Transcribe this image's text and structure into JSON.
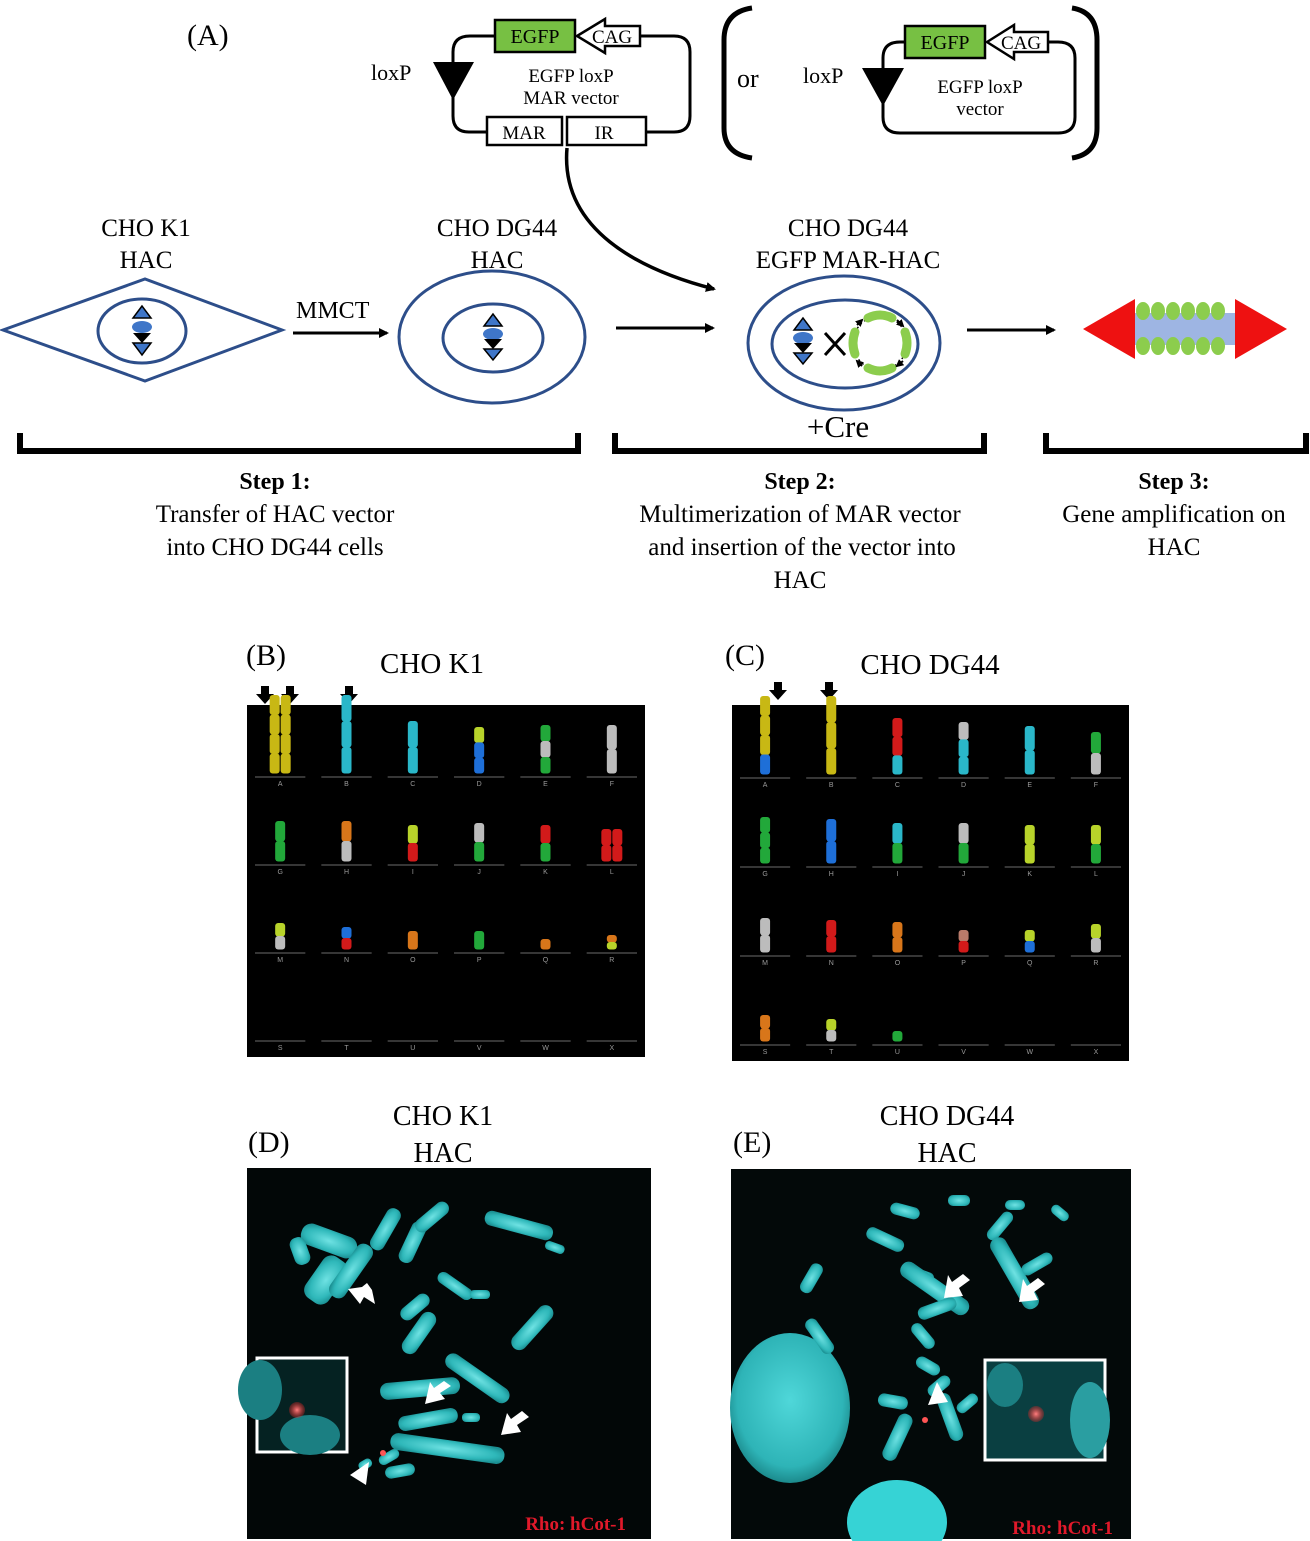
{
  "panel_a": {
    "label": "(A)",
    "vector_main": {
      "egfp": "EGFP",
      "cag": "CAG",
      "loxp": "loxP",
      "name_line1": "EGFP loxP",
      "name_line2": "MAR vector",
      "mar": "MAR",
      "ir": "IR"
    },
    "or_text": "or",
    "vector_alt": {
      "egfp": "EGFP",
      "cag": "CAG",
      "loxp": "loxP",
      "name_line1": "EGFP loxP",
      "name_line2": "vector"
    },
    "cell1_line1": "CHO K1",
    "cell1_line2": "HAC",
    "cell2_line1": "CHO DG44",
    "cell2_line2": "HAC",
    "cell3_line1": "CHO DG44",
    "cell3_line2": "EGFP MAR-HAC",
    "mmct": "MMCT",
    "cre": "+Cre",
    "step1_title": "Step 1:",
    "step1_line1": "Transfer of HAC vector",
    "step1_line2": "into CHO DG44 cells",
    "step2_title": "Step 2:",
    "step2_line1": "Multimerization of MAR vector",
    "step2_line2": "and insertion of the vector into",
    "step2_line3": "HAC",
    "step3_title": "Step 3:",
    "step3_line1": "Gene amplification on",
    "step3_line2": "HAC"
  },
  "panel_b": {
    "label": "(B)",
    "title": "CHO K1",
    "rows": [
      [
        "A",
        "B",
        "C",
        "D",
        "E",
        "F"
      ],
      [
        "G",
        "H",
        "I",
        "J",
        "K",
        "L"
      ],
      [
        "M",
        "N",
        "O",
        "P",
        "Q",
        "R"
      ],
      [
        "S",
        "T",
        "U",
        "V",
        "W",
        "X"
      ]
    ]
  },
  "panel_c": {
    "label": "(C)",
    "title": "CHO DG44",
    "rows": [
      [
        "A",
        "B",
        "C",
        "D",
        "E",
        "F"
      ],
      [
        "G",
        "H",
        "I",
        "J",
        "K",
        "L"
      ],
      [
        "M",
        "N",
        "O",
        "P",
        "Q",
        "R"
      ],
      [
        "S",
        "T",
        "U",
        "V",
        "W",
        "X"
      ]
    ]
  },
  "panel_d": {
    "label": "(D)",
    "title_line1": "CHO K1",
    "title_line2": "HAC",
    "stain": "Rho: hCot-1"
  },
  "panel_e": {
    "label": "(E)",
    "title_line1": "CHO DG44",
    "title_line2": "HAC",
    "stain": "Rho: hCot-1"
  },
  "colors": {
    "egfp_green": "#77c043",
    "cell_blue": "#2d4e8a",
    "hac_blue": "#3f76c8",
    "amp_red": "#ee1111",
    "amp_green": "#8ccd4d",
    "amp_core": "#9eb5e3",
    "dapi_cyan": "#3fc7c9",
    "karyo_bg": "#000000"
  }
}
